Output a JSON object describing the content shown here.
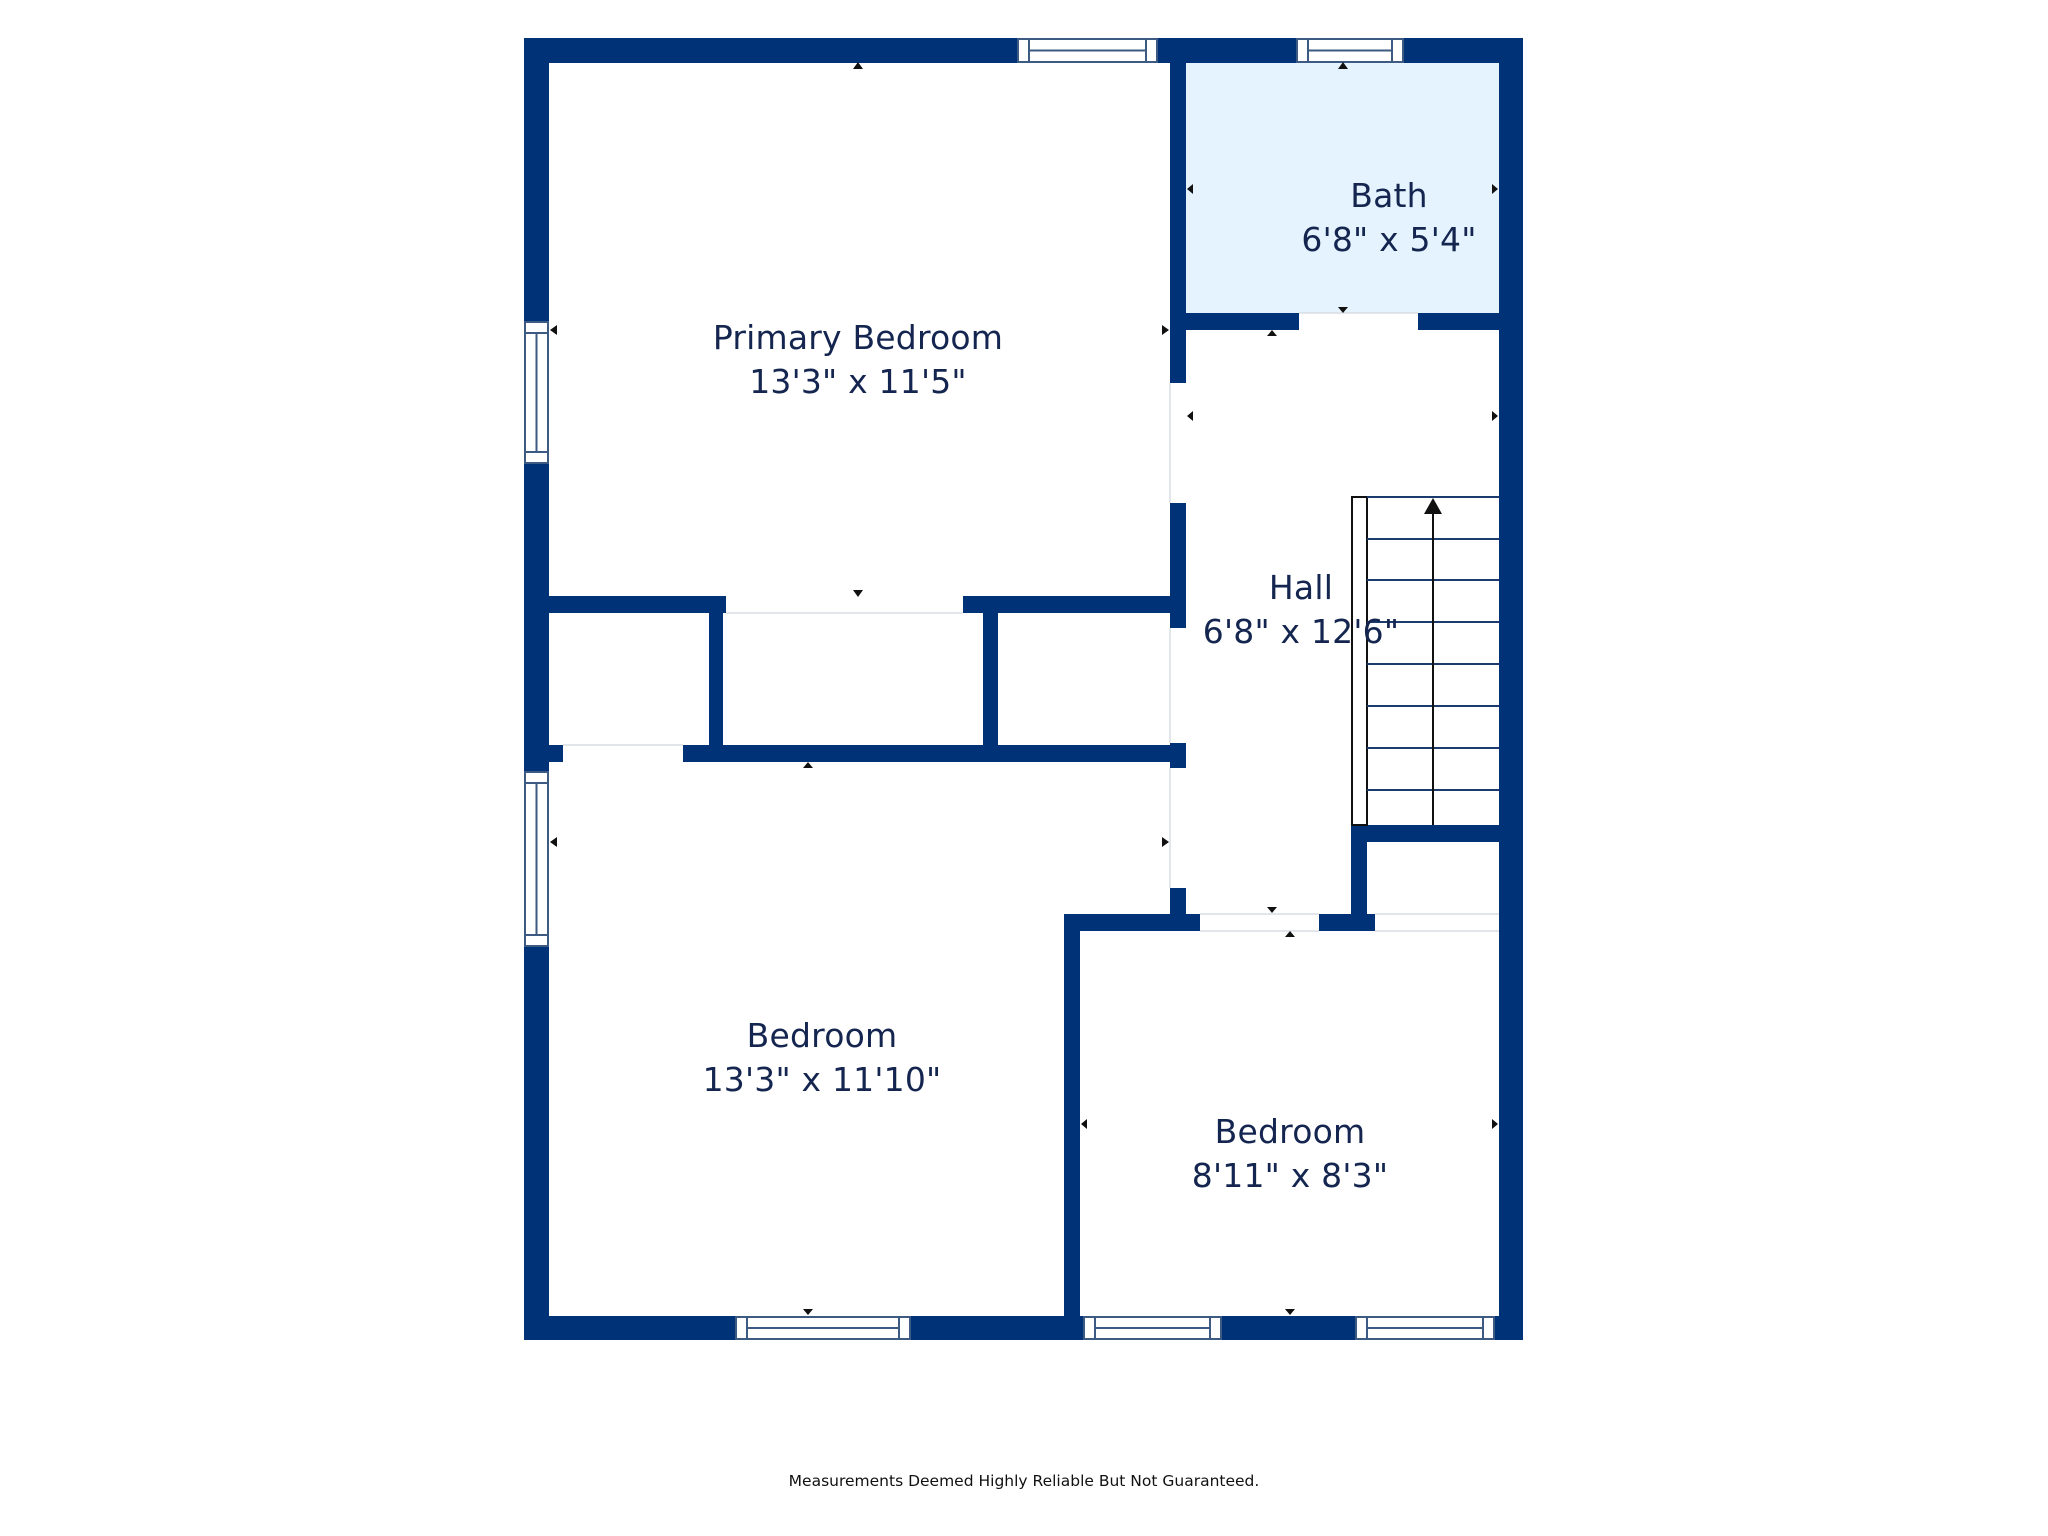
{
  "colors": {
    "wall": "#003278",
    "bath_fill": "#e4f3fd",
    "label_text": "#14254f",
    "window_stroke": "#3c5a82",
    "stair_stroke": "#1c3c6e"
  },
  "rooms": [
    {
      "name": "Primary Bedroom",
      "dimensions": "13'3\" x 11'5\""
    },
    {
      "name": "Bath",
      "dimensions": "6'8\" x 5'4\""
    },
    {
      "name": "Hall",
      "dimensions": "6'8\" x 12'6\""
    },
    {
      "name": "Bedroom",
      "dimensions": "13'3\" x 11'10\""
    },
    {
      "name": "Bedroom",
      "dimensions": "8'11\" x 8'3\""
    }
  ],
  "stairs": {
    "direction": "up",
    "step_count": 8
  },
  "footer": {
    "disclaimer": "Measurements Deemed Highly Reliable But Not Guaranteed."
  }
}
